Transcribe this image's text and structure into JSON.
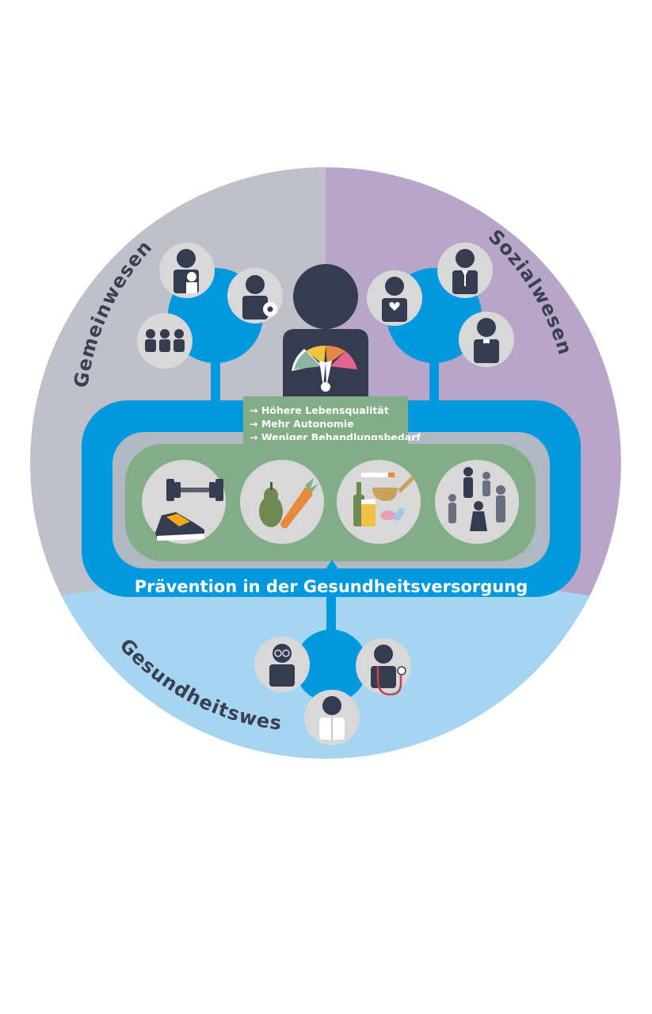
{
  "segments": {
    "community_label": "Gemeinwesen",
    "social_label": "Sozialwesen",
    "health_label": "Gesundheitswesen"
  },
  "benefits": [
    "→ Höhere Lebensqualität",
    "→ Mehr Autonomie",
    "→ Weniger Behandlungsbedarf"
  ],
  "banner": {
    "title": "Prävention in der Gesundheitsversorgung"
  },
  "gauge": {
    "colors": [
      "#8ab5a0",
      "#f1c43f",
      "#e8874a",
      "#e5638f"
    ]
  },
  "icons": {
    "community": [
      "parent-child-icon",
      "football-person-icon",
      "group-icon"
    ],
    "social": [
      "heart-person-icon",
      "suit-person-icon",
      "clergy-person-icon"
    ],
    "health": [
      "glasses-person-icon",
      "doctor-stethoscope-icon",
      "pharmacist-icon"
    ],
    "topics": [
      "exercise-icon",
      "nutrition-icon",
      "addiction-icon",
      "population-icon"
    ]
  },
  "colors": {
    "community_bg": "#bfc0ca",
    "social_bg": "#b7a6c7",
    "health_bg": "#a6d5f2",
    "blue": "#0099de",
    "green": "#82ad86",
    "dark": "#363c50"
  }
}
